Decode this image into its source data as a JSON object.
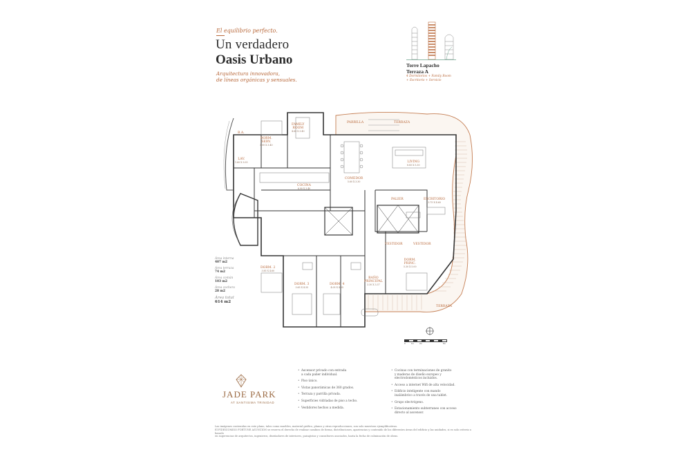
{
  "header": {
    "tagline": "El equilibrio perfecto.",
    "title_line1": "Un verdadero",
    "title_line2": "Oasis Urbano",
    "subtitle_line1": "Arquitectura innovadora,",
    "subtitle_line2": "de líneas orgánicas y sensuales."
  },
  "tower": {
    "name_line1": "Torre Lapacho",
    "name_line2": "Terraza A",
    "desc_line1": "4 Dormitorios + Family Room",
    "desc_line2": "+ Escritorio + Servicio"
  },
  "rooms": {
    "parrilla": {
      "label": "PARRILLA"
    },
    "terraza_top": {
      "label": "TERRAZA"
    },
    "terraza_side": {
      "label": "TERRAZA"
    },
    "family": {
      "label1": "FAMILY",
      "label2": "ROOM",
      "dims": "4.60 X 3.40"
    },
    "dorm_serv": {
      "label1": "DORM.",
      "label2": "SERV.",
      "dims": "3.00 X 3.40"
    },
    "ba": {
      "label": "B.A."
    },
    "lav": {
      "label": "LAV.",
      "dims": "1.60 X 3.05"
    },
    "living": {
      "label": "LIVING",
      "dims": "8.85 X 5.30"
    },
    "comedor": {
      "label": "COMEDOR",
      "dims": "5.60 X 3.30"
    },
    "cocina": {
      "label": "COCINA",
      "dims": "6.90 X 3.40"
    },
    "palier": {
      "label": "PALIER"
    },
    "escritorio": {
      "label": "ESCRITORIO",
      "dims": "3.75 X 4.60"
    },
    "vestidor1": {
      "label": "VESTIDOR"
    },
    "vestidor2": {
      "label": "VESTIDOR"
    },
    "dorm2": {
      "label": "DORM. 2",
      "dims": "3.85 X 4.60"
    },
    "dorm3": {
      "label": "DORM. 3",
      "dims": "3.65 X 4.35"
    },
    "dorm4": {
      "label": "DORM. 4",
      "dims": "4.05 X 4.35"
    },
    "bano_principal": {
      "label1": "BAÑO",
      "label2": "PRINCIPAL",
      "dims": "3.30 X 3.37"
    },
    "dorm_princ": {
      "label1": "DORM.",
      "label2": "PRINC.",
      "dims": "5.30 X 5.00"
    }
  },
  "areas": {
    "interna_label": "Área interna",
    "interna_value": "407 m2",
    "terraza_label": "Área terraza",
    "terraza_value": "74 m2",
    "comun_label": "Área común",
    "comun_value": "103 m2",
    "cochera_label": "Área cochera",
    "cochera_value": "28 m2",
    "total_label": "Área total",
    "total_value": "614 m2"
  },
  "scale": {
    "ticks": [
      "0",
      "1m",
      "2m",
      "5m"
    ]
  },
  "features_left": [
    "Ascensor privado con entrada",
    "a cada palier individual.",
    "Piso único.",
    "Vistas panorámicas de 360 grados.",
    "Terraza y parrilla privada.",
    "Superficies vidriadas de piso a techo.",
    "Vestidores hechos a medida."
  ],
  "features_right": [
    "Cocinas con terminaciones de granito",
    "y maderas de diseño europeo y",
    "electrodomésticos incluidos.",
    "Acceso a internet Wifi de alta velocidad.",
    "Edificio inteligente con mando",
    "inalámbrico a través de una tablet.",
    "Grupo electrógeno.",
    "Estacionamiento subterraneo con acceso",
    "directo al ascensor."
  ],
  "logo": {
    "name": "JADE PARK",
    "sub": "AT SANTISIMA TRINIDAD"
  },
  "legal": {
    "line1": "Las imágenes contenidas en este plano, tales como muebles, material gráfico, planos y otras reproducciones, son solo muestras ejemplificativas.",
    "line2": "El FIDEICOMISO FORTUNE ASUNCION se reserva el derecho de realizar cambios de forma, distribuciones, apariencias y contenido de los diferentes áreas del edificio y las unidades, si es solo criterio o basado",
    "line3": "en sugerencias de arquitectos, ingenieros, diseñadores de interiores, paisajistas y consultores asociados, hasta la fecha de culminación de obras."
  },
  "colors": {
    "accent": "#b8683a",
    "gold": "#9b6a43",
    "wall": "#3a3a3a"
  }
}
